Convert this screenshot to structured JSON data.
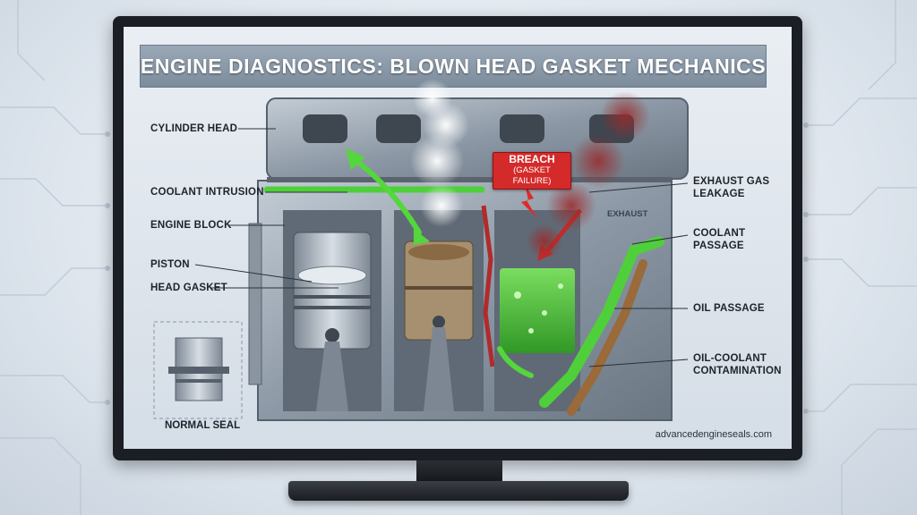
{
  "title": "ENGINE DIAGNOSTICS: BLOWN HEAD GASKET MECHANICS",
  "labels": {
    "cylinder_head": "CYLINDER HEAD",
    "coolant_intrusion": "COOLANT INTRUSION",
    "engine_block": "ENGINE BLOCK",
    "piston": "PISTON",
    "head_gasket": "HEAD GASKET",
    "normal_seal": "NORMAL SEAL",
    "exhaust_gas_leakage_1": "EXHAUST GAS",
    "exhaust_gas_leakage_2": "LEAKAGE",
    "coolant_passage_1": "COOLANT",
    "coolant_passage_2": "PASSAGE",
    "oil_passage": "OIL PASSAGE",
    "oil_coolant_1": "OIL-COOLANT",
    "oil_coolant_2": "CONTAMINATION",
    "exhaust_tag": "EXHAUST"
  },
  "breach": {
    "title": "BREACH",
    "subtitle": "(GASKET FAILURE)"
  },
  "website": "advancedengineseals.com",
  "colors": {
    "coolant": "#4fcf3a",
    "breach": "#d42a2a",
    "oil": "#9a6a3a",
    "exhaust_smoke": "#8a2a2a",
    "metal": "#9aa6b2"
  }
}
